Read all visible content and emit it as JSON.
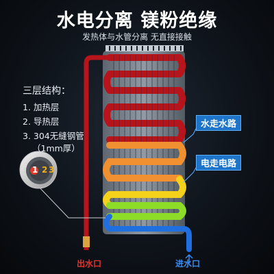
{
  "header": {
    "title": "水电分离 镁粉绝缘",
    "subtitle": "发热体与水管分离 无直接接触"
  },
  "structure": {
    "title": "三层结构：",
    "items": [
      "1. 加热层",
      "2. 导热层",
      "3. 304无缝钢管"
    ],
    "note": "（1mm厚）"
  },
  "cross_section": {
    "numbers": [
      "1",
      "2",
      "3"
    ],
    "colors": {
      "1": "#e23a2a",
      "2": "#f0b020",
      "3": "#f0b020"
    }
  },
  "labels": {
    "water_path": "水走水路",
    "electric_path": "电走电路",
    "outlet": "出水口",
    "inlet": "进水口"
  },
  "colors": {
    "heater_red": "#b8141c",
    "water_blue": "#1f6fe0",
    "accent_blue": "#1d74c8"
  }
}
